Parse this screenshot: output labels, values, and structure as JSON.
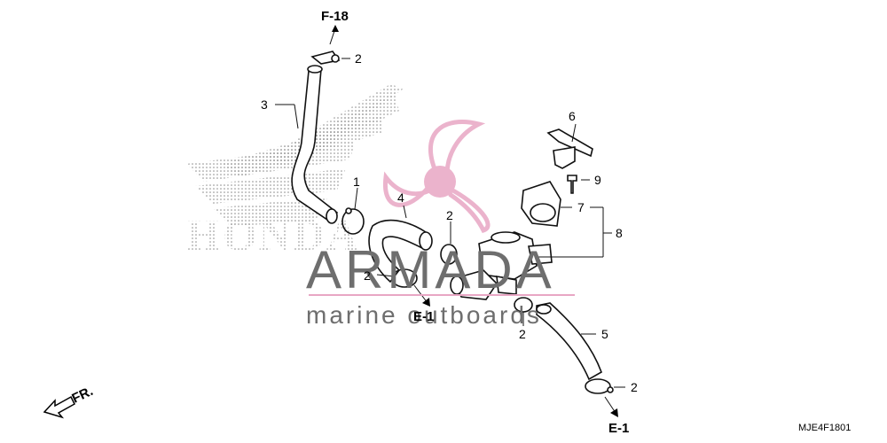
{
  "diagram_code": "MJE4F1801",
  "references": {
    "f18": "F-18",
    "e1_center": "E-1",
    "e1_bottom": "E-1",
    "front": "FR."
  },
  "callouts": {
    "c1": "1",
    "c2a": "2",
    "c2b": "2",
    "c2c": "2",
    "c2d": "2",
    "c2e": "2",
    "c3": "3",
    "c4": "4",
    "c5": "5",
    "c6": "6",
    "c7": "7",
    "c8": "8",
    "c9": "9"
  },
  "watermark": {
    "brand_text": "HONDA",
    "title": "ARMADA",
    "subtitle": "marine outboards",
    "brand_color": "#e8a6c4",
    "text_color": "#6e6e6e"
  }
}
